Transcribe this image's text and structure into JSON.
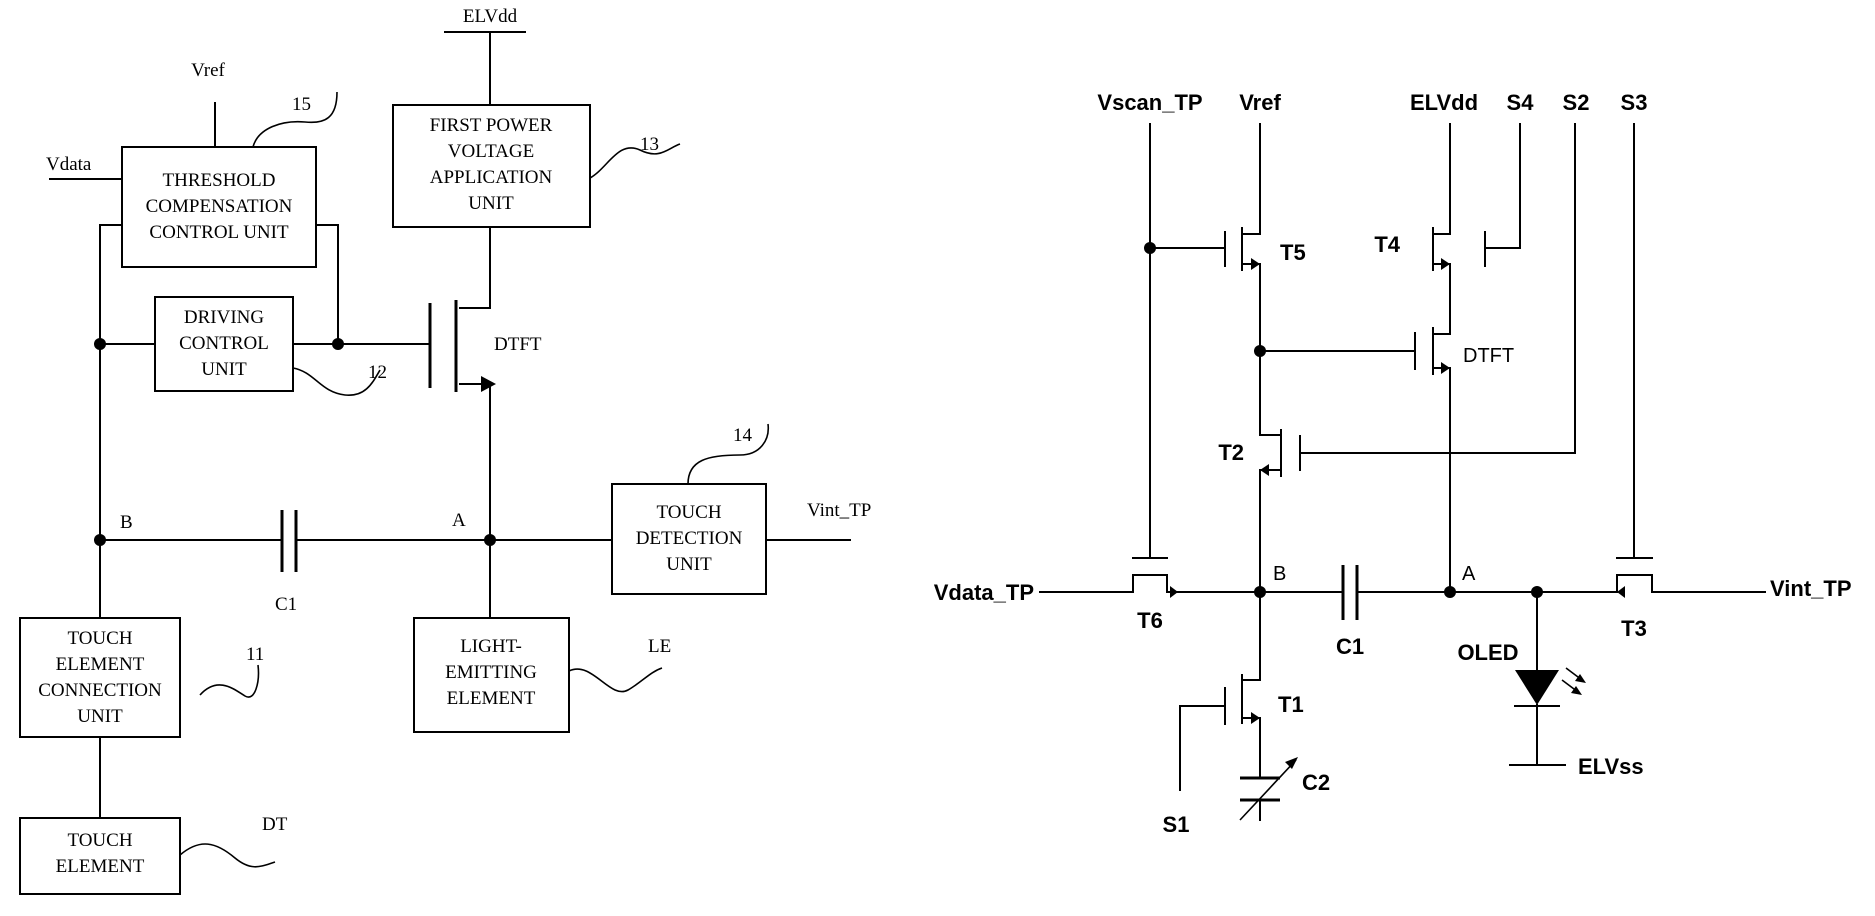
{
  "left": {
    "units": {
      "threshold": [
        "THRESHOLD",
        "COMPENSATION",
        "CONTROL UNIT"
      ],
      "driving": [
        "DRIVING",
        "CONTROL",
        "UNIT"
      ],
      "first_power": [
        "FIRST POWER",
        "VOLTAGE",
        "APPLICATION",
        "UNIT"
      ],
      "touch_detection": [
        "TOUCH",
        "DETECTION",
        "UNIT"
      ],
      "light_emitting": [
        "LIGHT-",
        "EMITTING",
        "ELEMENT"
      ],
      "touch_connection": [
        "TOUCH",
        "ELEMENT",
        "CONNECTION",
        "UNIT"
      ],
      "touch_element": [
        "TOUCH",
        "ELEMENT"
      ]
    },
    "labels": {
      "vref": "Vref",
      "vdata": "Vdata",
      "elvdd": "ELVdd",
      "vint_tp": "Vint_TP",
      "dtft": "DTFT",
      "node_a": "A",
      "node_b": "B",
      "c1": "C1",
      "ref_15": "15",
      "ref_13": "13",
      "ref_12": "12",
      "ref_14": "14",
      "ref_11": "11",
      "ref_le": "LE",
      "ref_dt": "DT"
    }
  },
  "right": {
    "labels": {
      "vscan_tp": "Vscan_TP",
      "vref": "Vref",
      "elvdd": "ELVdd",
      "s4": "S4",
      "s2": "S2",
      "s3": "S3",
      "t5": "T5",
      "t4": "T4",
      "dtft": "DTFT",
      "t2": "T2",
      "vdata_tp": "Vdata_TP",
      "t6": "T6",
      "node_b": "B",
      "c1": "C1",
      "node_a": "A",
      "vint_tp": "Vint_TP",
      "t3": "T3",
      "oled": "OLED",
      "t1": "T1",
      "c2": "C2",
      "s1": "S1",
      "elvss": "ELVss"
    }
  }
}
